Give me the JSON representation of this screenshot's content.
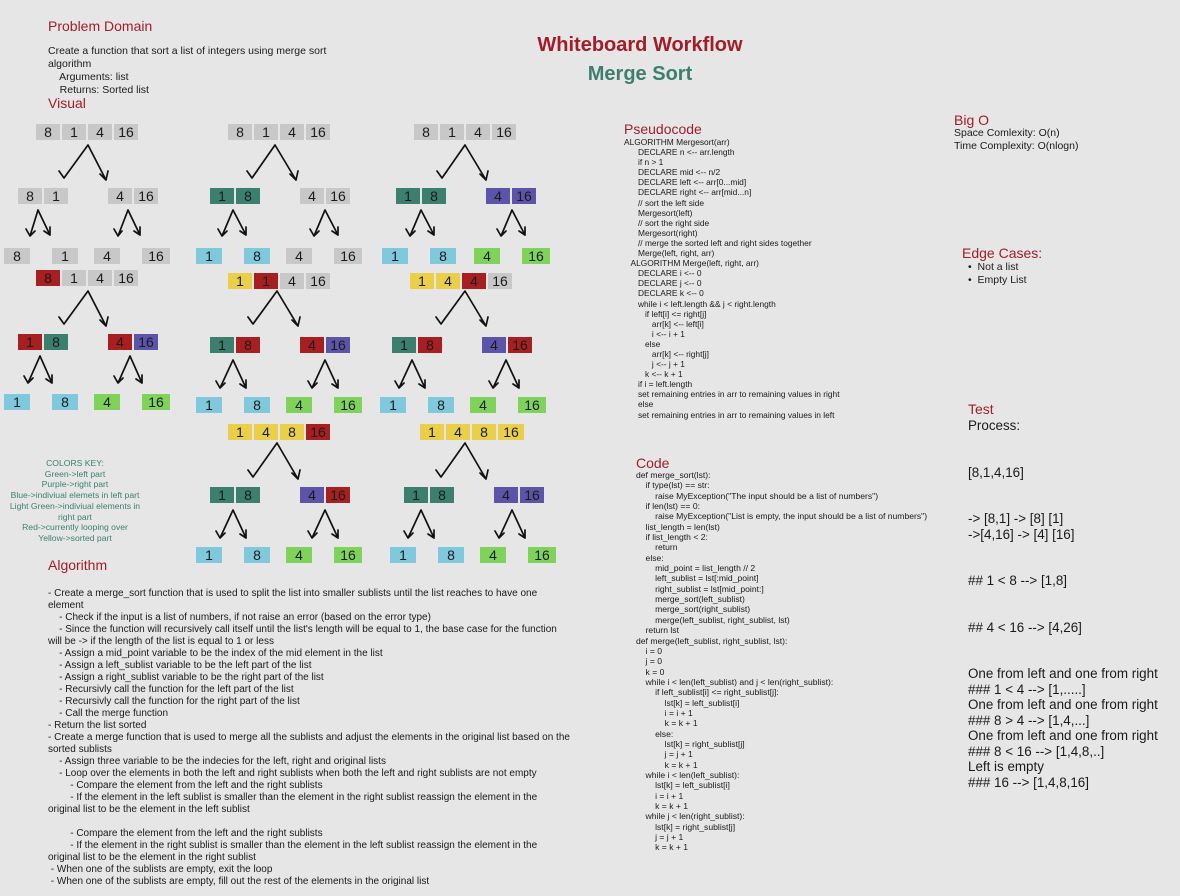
{
  "title": "Whiteboard Workflow",
  "subtitle": "Merge Sort",
  "colors": {
    "gray": "#c8c8c8",
    "green": "#3d7f6f",
    "purple": "#5c54a8",
    "blue": "#80c8dc",
    "light_green": "#7fd35a",
    "red": "#a81f22",
    "yellow": "#ead04a",
    "heading": "#a11d2a"
  },
  "problem": {
    "heading": "Problem Domain",
    "lines": [
      "Create a function that sort a list of integers using merge sort",
      "algorithm",
      "    Arguments: list",
      "    Returns: Sorted list"
    ]
  },
  "visual": {
    "heading": "Visual",
    "tokens": [
      "8",
      "1",
      "4",
      "16"
    ]
  },
  "colors_key": {
    "lines": [
      "COLORS KEY:",
      "Green->left part",
      "Purple->right part",
      "Blue->indiviual elemets in left part",
      "Light Green->indiviual elements in",
      "right part",
      "Red->currently looping over",
      "Yellow->sorted part"
    ]
  },
  "algorithm": {
    "heading": "Algorithm",
    "lines": [
      "- Create a merge_sort function that is used to split the list into smaller sublists until the list reaches to have one",
      "element",
      "    - Check if the input is a list of numbers, if not raise an error (based on the error type)",
      "    - Since the function will recursively call itself until the list's length will be equal to 1, the base case for the function",
      "will be -> if the length of the list is equal to 1 or less",
      "    - Assign a mid_point variable to be the index of the mid element in the list",
      "    - Assign a left_sublist variable to be the left part of the list",
      "    - Assign a right_sublist variable to be the right part of the list",
      "    - Recursivly call the function for the left part of the list",
      "    - Recursivly call the function for the right part of the list",
      "    - Call the merge function",
      "- Return the list sorted",
      "- Create a merge function that is used to merge all the sublists and adjust the elements in the original list based on the",
      "sorted sublists",
      "    - Assign three variable to be the indecies for the left, right and original lists",
      "    - Loop over the elements in both the left and right sublists when both the left and right sublists are not empty",
      "        - Compare the element from the left and the right sublists",
      "        - If the element in the left sublist is smaller than the element in the right sublist reassign the element in the",
      "original list to be the element in the left sublist",
      "",
      "        - Compare the element from the left and the right sublists",
      "        - If the element in the right sublist is smaller than the element in the left sublist reassign the element in the",
      "original list to be the element in the right sublist",
      " - When one of the sublists are empty, exit the loop",
      " - When one of the sublists are empty, fill out the rest of the elements in the original list"
    ]
  },
  "pseudocode": {
    "heading": "Pseudocode",
    "lines": [
      "ALGORITHM Mergesort(arr)",
      "      DECLARE n <-- arr.length",
      "      if n > 1",
      "      DECLARE mid <-- n/2",
      "      DECLARE left <-- arr[0...mid]",
      "      DECLARE right <-- arr[mid...n]",
      "      // sort the left side",
      "      Mergesort(left)",
      "      // sort the right side",
      "      Mergesort(right)",
      "      // merge the sorted left and right sides together",
      "      Merge(left, right, arr)",
      "   ALGORITHM Merge(left, right, arr)",
      "      DECLARE i <-- 0",
      "      DECLARE j <-- 0",
      "      DECLARE k <-- 0",
      "      while i < left.length && j < right.length",
      "         if left[i] <= right[j]",
      "            arr[k] <-- left[i]",
      "            i <-- i + 1",
      "         else",
      "            arr[k] <-- right[j]",
      "            j <-- j + 1",
      "         k <-- k + 1",
      "      if i = left.length",
      "      set remaining entries in arr to remaining values in right",
      "      else",
      "      set remaining entries in arr to remaining values in left"
    ]
  },
  "code": {
    "heading": "Code",
    "lines": [
      "def merge_sort(lst):",
      "    if type(lst) == str:",
      "        raise MyException(\"The input should be a list of numbers\")",
      "    if len(lst) == 0:",
      "        raise MyException(\"List is empty, the input should be a list of numbers\")",
      "    list_length = len(lst)",
      "    if list_length < 2:",
      "        return",
      "    else:",
      "        mid_point = list_length // 2",
      "        left_sublist = lst[:mid_point]",
      "        right_sublist = lst[mid_point:]",
      "        merge_sort(left_sublist)",
      "        merge_sort(right_sublist)",
      "        merge(left_sublist, right_sublist, lst)",
      "    return lst",
      "def merge(left_sublist, right_sublist, lst):",
      "    i = 0",
      "    j = 0",
      "    k = 0",
      "    while i < len(left_sublist) and j < len(right_sublist):",
      "        if left_sublist[i] <= right_sublist[j]:",
      "            lst[k] = left_sublist[i]",
      "            i = i + 1",
      "            k = k + 1",
      "        else:",
      "            lst[k] = right_sublist[j]",
      "            j = j + 1",
      "            k = k + 1",
      "    while i < len(left_sublist):",
      "        lst[k] = left_sublist[i]",
      "        i = i + 1",
      "        k = k + 1",
      "    while j < len(right_sublist):",
      "        lst[k] = right_sublist[j]",
      "        j = j + 1",
      "        k = k + 1"
    ]
  },
  "big_o": {
    "heading": "Big O",
    "lines": [
      "Space Comlexity: O(n)",
      "Time Complexity: O(nlogn)"
    ]
  },
  "edge_cases": {
    "heading": "Edge Cases:",
    "items": [
      "Not a list",
      "Empty List"
    ]
  },
  "test": {
    "heading": "Test",
    "lines": [
      "Process:",
      "",
      "",
      "[8,1,4,16]",
      "",
      "",
      "-> [8,1] -> [8] [1]",
      "->[4,16] -> [4] [16]",
      "",
      "",
      "## 1 < 8 --> [1,8]",
      "",
      "",
      "## 4 < 16 --> [4,26]",
      "",
      "",
      "One from left and one from right",
      "### 1 < 4 --> [1,.....]",
      "One from left and one from right",
      "### 8 > 4 --> [1,4,...]",
      "One from left and one from right",
      "### 8 < 16 --> [1,4,8,..]",
      "Left is empty",
      "### 16 --> [1,4,8,16]"
    ]
  }
}
